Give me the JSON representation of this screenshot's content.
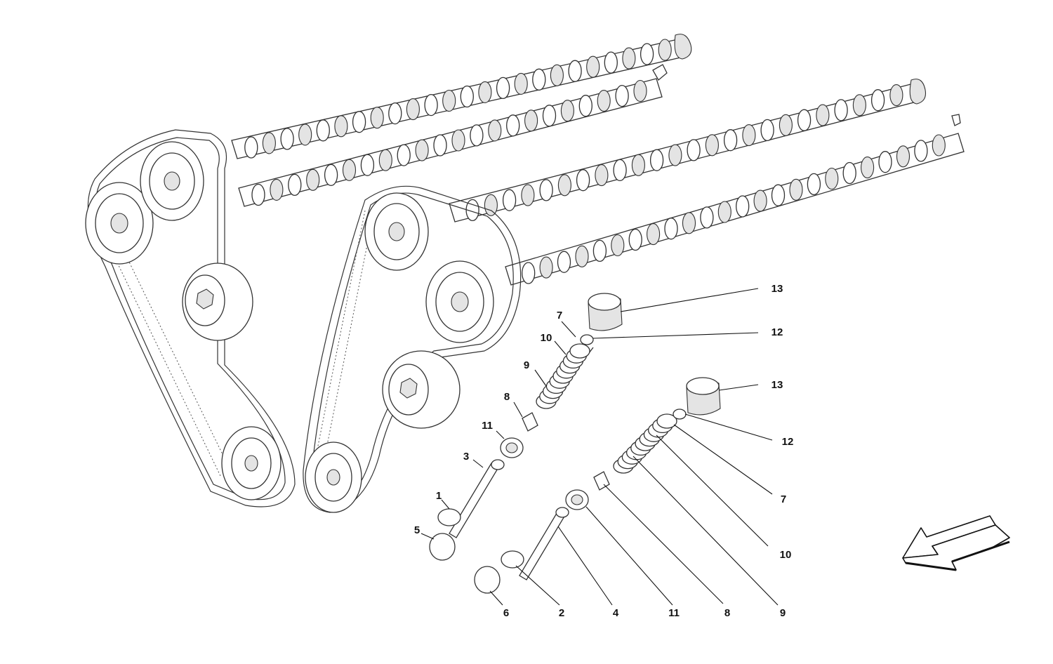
{
  "diagram": {
    "callouts": [
      {
        "id": "13a",
        "label": "13"
      },
      {
        "id": "12a",
        "label": "12"
      },
      {
        "id": "7a",
        "label": "7"
      },
      {
        "id": "10a",
        "label": "10"
      },
      {
        "id": "9a",
        "label": "9"
      },
      {
        "id": "8a",
        "label": "8"
      },
      {
        "id": "11a",
        "label": "11"
      },
      {
        "id": "3",
        "label": "3"
      },
      {
        "id": "1",
        "label": "1"
      },
      {
        "id": "5",
        "label": "5"
      },
      {
        "id": "13b",
        "label": "13"
      },
      {
        "id": "12b",
        "label": "12"
      },
      {
        "id": "7b",
        "label": "7"
      },
      {
        "id": "10b",
        "label": "10"
      },
      {
        "id": "6",
        "label": "6"
      },
      {
        "id": "2",
        "label": "2"
      },
      {
        "id": "4",
        "label": "4"
      },
      {
        "id": "11b",
        "label": "11"
      },
      {
        "id": "8b",
        "label": "8"
      },
      {
        "id": "9b",
        "label": "9"
      }
    ],
    "direction_arrow_icon": "arrow-left-down-icon"
  }
}
